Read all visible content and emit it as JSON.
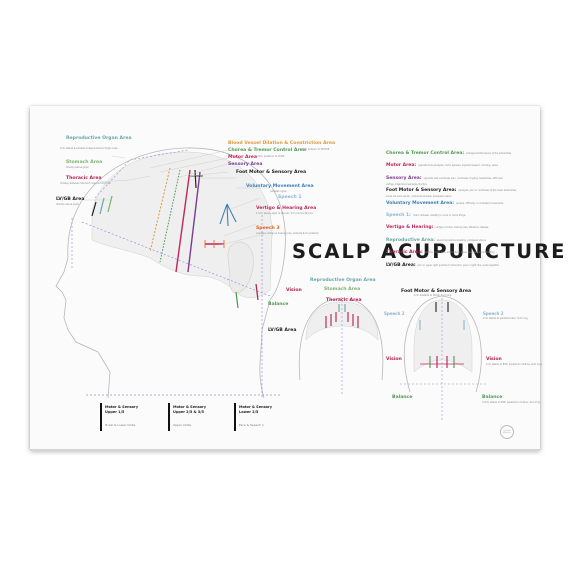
{
  "title": "SCALP ACUPUNCTURE",
  "colors": {
    "reproductive": "#6aa6a6",
    "stomach": "#7bb36c",
    "thoracic": "#b3204f",
    "lvgb": "#222222",
    "blood_vessel": "#e09a3a",
    "chorea": "#4f9a52",
    "motor": "#c0265a",
    "sensory": "#7a3d8f",
    "foot": "#222222",
    "voluntary": "#3a7fb8",
    "speech1": "#8ab8d0",
    "vertigo": "#c0265a",
    "speech3": "#e2621f",
    "vision": "#b3204f",
    "balance": "#4f9a52",
    "dash": "#9b8fd0"
  },
  "side_labels": {
    "reproductive": "Reproductive Organ Area",
    "reproductive_desc": "2cm lateral & parallel to Reproductive Organ Area",
    "stomach": "Stomach Area",
    "stomach_desc": "directly above pupil",
    "thoracic": "Thoracic Area",
    "thoracic_desc": "midway between Stomach Area and DU line",
    "lvgb": "LV/GB Area",
    "lvgb_desc": "directly above pupil",
    "blood_vessel": "Blood Vessel Dilation & Constriction Area",
    "chorea": "Chorea & Tremor Control Area",
    "chorea_desc": "1.5cm anterior to MOTOR",
    "motor": "Motor Area",
    "motor_desc": "0.5cm posterior to DU20",
    "sensory": "Sensory Area",
    "foot": "Foot Motor & Sensory Area",
    "voluntary": "Voluntary Movement Area",
    "voluntary_desc": "parietal region",
    "speech1": "Speech 1",
    "vertigo": "Vertigo & Hearing Area",
    "vertigo_desc": "1.5cm above apex of the ear, 4cm horizontal line",
    "speech3": "Speech 3",
    "speech3_desc": "overlaps vertigo & hearing line, extends 4cm posterior",
    "vision": "Vision",
    "balance": "Balance"
  },
  "list_items": [
    {
      "name": "Chorea & Tremor Control Area:",
      "desc": "extrapyramidal lesions of the extremities",
      "color": "#4f9a52"
    },
    {
      "name": "Motor Area:",
      "desc": "opposite side paralysis, motor aphasia, impaired speech, drooling, saliva",
      "color": "#c0265a"
    },
    {
      "name": "Sensory Area:",
      "desc": "opposite side numbness pain, numbness, tingling, headaches, stiff neck,",
      "desc2": "vertigo, trigeminal neuralgia, tinnitus",
      "color": "#7a3d8f"
    },
    {
      "name": "Foot Motor & Sensory Area:",
      "desc": "paralysis, pain or numbness of the lower extremities,",
      "desc2": "acute low back sprain, nocturnal enuresis, prolapsed uterus",
      "color": "#222222"
    },
    {
      "name": "Voluntary Movement Area:",
      "desc": "apraxia, difficulty co-ordinated movements",
      "color": "#3a7fb8"
    },
    {
      "name": "Speech 1:",
      "desc": "motor aphasia, inability to vocal or name things",
      "color": "#8ab8d0"
    },
    {
      "name": "Vertigo & Hearing:",
      "desc": "vertigo, tinnitus, hearing loss, Meniere's disease",
      "color": "#c0265a"
    },
    {
      "name": "Reproductive Area:",
      "desc": "abnormal uterine bleeding, prolapsed uterus",
      "color": "#6aa6a6"
    },
    {
      "name": "Thoracic Area:",
      "desc": "asthma, chest pain, intermittent upper resp, abnormal bleeding",
      "color": "#b3204f"
    },
    {
      "name": "LV/GB Area:",
      "desc": "pain in upper right quadrant of stomach, pain in right ribs, acute hepatitis",
      "color": "#222222"
    }
  ],
  "front_labels": {
    "reproductive": "Reproductive Organ Area",
    "stomach": "Stomach Area",
    "thoracic": "Thoracic Area",
    "lvgb": "LV/GB Area"
  },
  "back_labels": {
    "foot": "Foot Motor & Sensory Area",
    "foot_desc": "1cm bilateral to DU20, 3cm long",
    "speech2_left": "Speech 2",
    "speech2_right": "Speech 2",
    "speech2_desc": "2cm lateral to parietal tuber, 3cm long",
    "vision": "Vision",
    "vision_desc": "1cm lateral to EOP, parallel to midline, 4cm long",
    "balance": "Balance",
    "balance_desc": "3.5cm lateral to EOP, parallel to midline, 4cm long"
  },
  "legend": [
    {
      "h1": "Motor & Sensory",
      "h2": "Upper 1/5",
      "d": "Trunk & Lower limbs"
    },
    {
      "h1": "Motor & Sensory",
      "h2": "Upper 2/5 & 3/5",
      "d": "Upper limbs"
    },
    {
      "h1": "Motor & Sensory",
      "h2": "Lower 2/5",
      "d": "Face & Speech 1"
    }
  ],
  "stamp": "Oriental Medicine"
}
